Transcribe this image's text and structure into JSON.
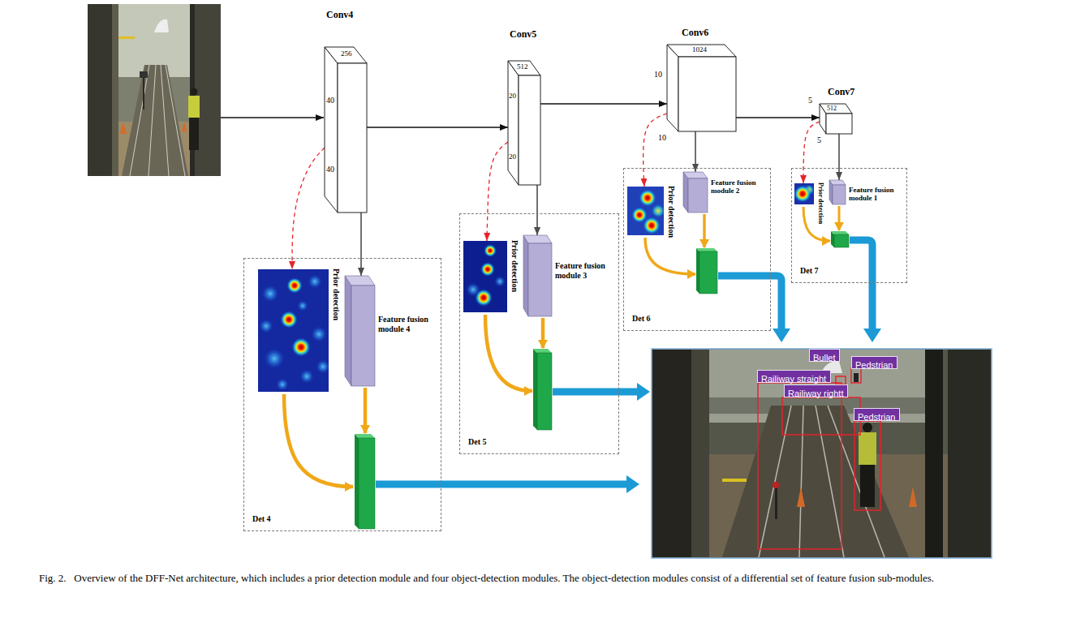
{
  "diagram": {
    "caption": "Fig. 2.   Overview of the DFF-Net architecture, which includes a prior detection module and four object-detection modules. The object-detection modules consist of a differential set of feature fusion sub-modules.",
    "nodes": [
      {
        "text": [
          "Conv4",
          "256",
          "40",
          "40"
        ]
      },
      {
        "text": [
          "Conv5",
          "512",
          "20",
          "20"
        ]
      },
      {
        "text": [
          "Conv6",
          "10",
          "1024",
          "10"
        ]
      },
      {
        "text": [
          "Conv7",
          "5",
          "512",
          "5"
        ]
      },
      {
        "text": [
          "Det 4"
        ]
      },
      {
        "text": [
          "Prior detection"
        ],
        "in": 4
      },
      {
        "text": [
          "Feature fusion module 4"
        ],
        "in": 4
      },
      {
        "text": [
          "Det 5"
        ]
      },
      {
        "text": [
          "Prior detection"
        ],
        "in": 7
      },
      {
        "text": [
          "Feature fusion module 3"
        ],
        "in": 7
      },
      {
        "text": [
          "Det 6"
        ]
      },
      {
        "text": [
          "Prior detection"
        ],
        "in": 10
      },
      {
        "text": [
          "Feature fusion module 2"
        ],
        "in": 10
      },
      {
        "text": [
          "Det 7"
        ]
      },
      {
        "text": [
          "Prior detection"
        ],
        "in": 13
      },
      {
        "text": [
          "Feature fusion module 1"
        ],
        "in": 13
      },
      {
        "text": [
          "Bullet"
        ]
      },
      {
        "text": [
          "Pedstrian"
        ]
      },
      {
        "text": [
          "Railiway straight"
        ]
      },
      {
        "text": [
          "Railiway rightt"
        ]
      },
      {
        "text": [
          "Pedstrian"
        ]
      }
    ],
    "edges": [
      {
        "from": 0,
        "to": 1,
        "arrow": "to"
      },
      {
        "from": 1,
        "to": 2,
        "arrow": "to"
      },
      {
        "from": 2,
        "to": 3,
        "arrow": "to"
      },
      {
        "from": 0,
        "to": 6,
        "arrow": "to"
      },
      {
        "from": 0,
        "to": 5,
        "arrow": "to"
      },
      {
        "from": 1,
        "to": 9,
        "arrow": "to"
      },
      {
        "from": 1,
        "to": 8,
        "arrow": "to"
      },
      {
        "from": 2,
        "to": 12,
        "arrow": "to"
      },
      {
        "from": 2,
        "to": 11,
        "arrow": "to"
      },
      {
        "from": 3,
        "to": 15,
        "arrow": "to"
      },
      {
        "from": 3,
        "to": 14,
        "arrow": "to"
      }
    ]
  }
}
